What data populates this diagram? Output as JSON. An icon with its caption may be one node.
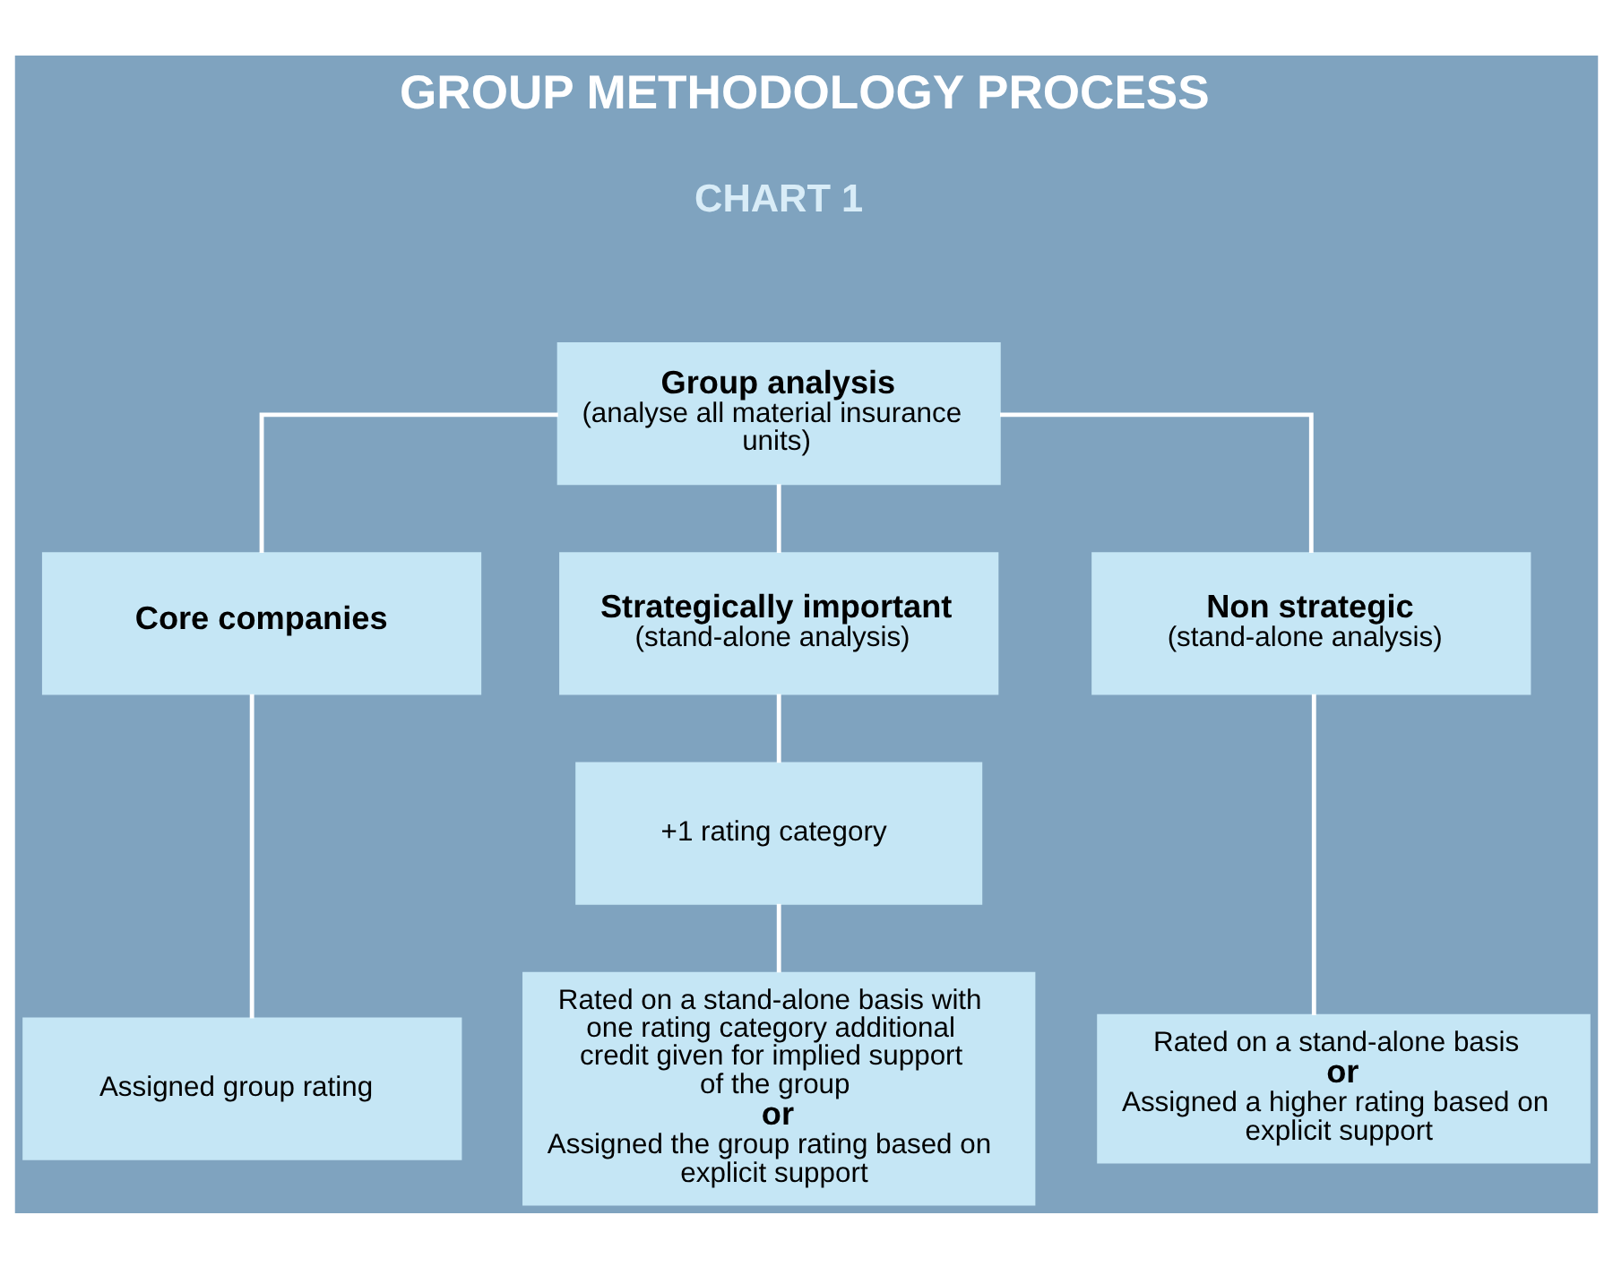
{
  "diagram": {
    "title": "GROUP METHODOLOGY PROCESS",
    "nodes": [
      {
        "text": [
          "Group analysis",
          "(analyse all material insurance units)"
        ]
      },
      {
        "text": [
          "Core companies"
        ]
      },
      {
        "text": [
          "Strategically important",
          "(stand-alone analysis)"
        ]
      },
      {
        "text": [
          "Non strategic",
          "(stand-alone analysis)"
        ]
      },
      {
        "text": [
          "+1 rating category"
        ]
      },
      {
        "text": [
          "Assigned group rating"
        ]
      },
      {
        "text": [
          "Rated on a stand-alone basis with one rating category additional credit given for implied support of the group",
          "or",
          "Assigned the group rating based on explicit support"
        ]
      },
      {
        "text": [
          "Rated on a stand-alone basis",
          "or",
          "Assigned a higher rating based on explicit support"
        ]
      }
    ],
    "edges": [
      {
        "from": 0,
        "to": 1,
        "arrow": "none"
      },
      {
        "from": 0,
        "to": 2,
        "arrow": "none"
      },
      {
        "from": 0,
        "to": 3,
        "arrow": "none"
      },
      {
        "from": 2,
        "to": 4,
        "arrow": "none"
      },
      {
        "from": 1,
        "to": 5,
        "arrow": "none"
      },
      {
        "from": 4,
        "to": 6,
        "arrow": "none"
      },
      {
        "from": 3,
        "to": 7,
        "arrow": "none"
      }
    ],
    "labels": [
      "CHART 1"
    ]
  }
}
